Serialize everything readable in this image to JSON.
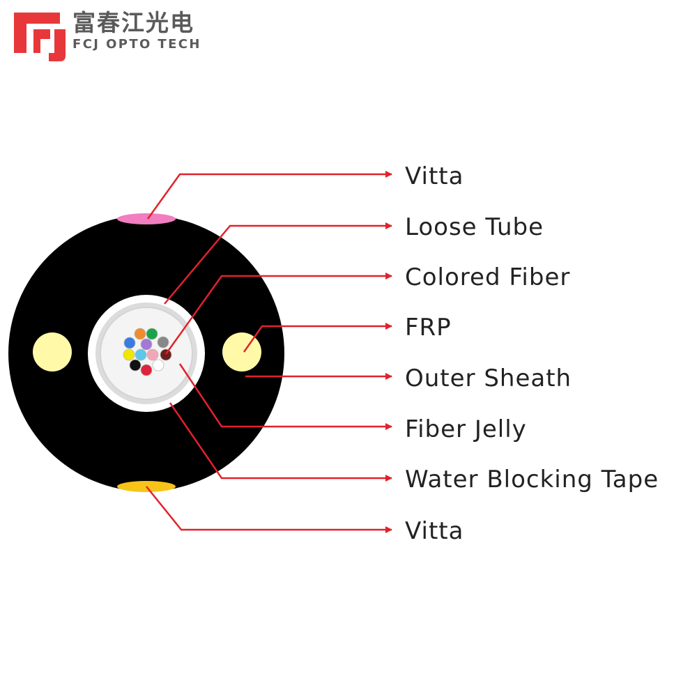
{
  "brand": {
    "name_cn": "富春江光电",
    "name_en": "FCJ OPTO TECH",
    "colors": {
      "red": "#e8373a",
      "gray": "#5a5a5a"
    }
  },
  "labels": [
    {
      "id": "vitta-top",
      "text": "Vitta"
    },
    {
      "id": "loose-tube",
      "text": "Loose Tube"
    },
    {
      "id": "colored-fiber",
      "text": "Colored Fiber"
    },
    {
      "id": "frp",
      "text": "FRP"
    },
    {
      "id": "outer-sheath",
      "text": "Outer Sheath"
    },
    {
      "id": "fiber-jelly",
      "text": "Fiber Jelly"
    },
    {
      "id": "water-blocking-tape",
      "text": "Water Blocking Tape"
    },
    {
      "id": "vitta-bottom",
      "text": "Vitta"
    }
  ],
  "colors": {
    "sheath": "#000000",
    "frp": "#fff9a8",
    "vitta_top": "#f07ec0",
    "vitta_bottom": "#f8c418",
    "leader": "#e0222d",
    "tube": "#ffffff",
    "jelly": "#ededed",
    "fibers": [
      "#f08c2c",
      "#1aa34a",
      "#3a7be0",
      "#a577d6",
      "#6b1e1e",
      "#f2e600",
      "#5cc7e8",
      "#f2a6b8",
      "#888888",
      "#111111",
      "#ffffff",
      "#e0223a"
    ]
  }
}
